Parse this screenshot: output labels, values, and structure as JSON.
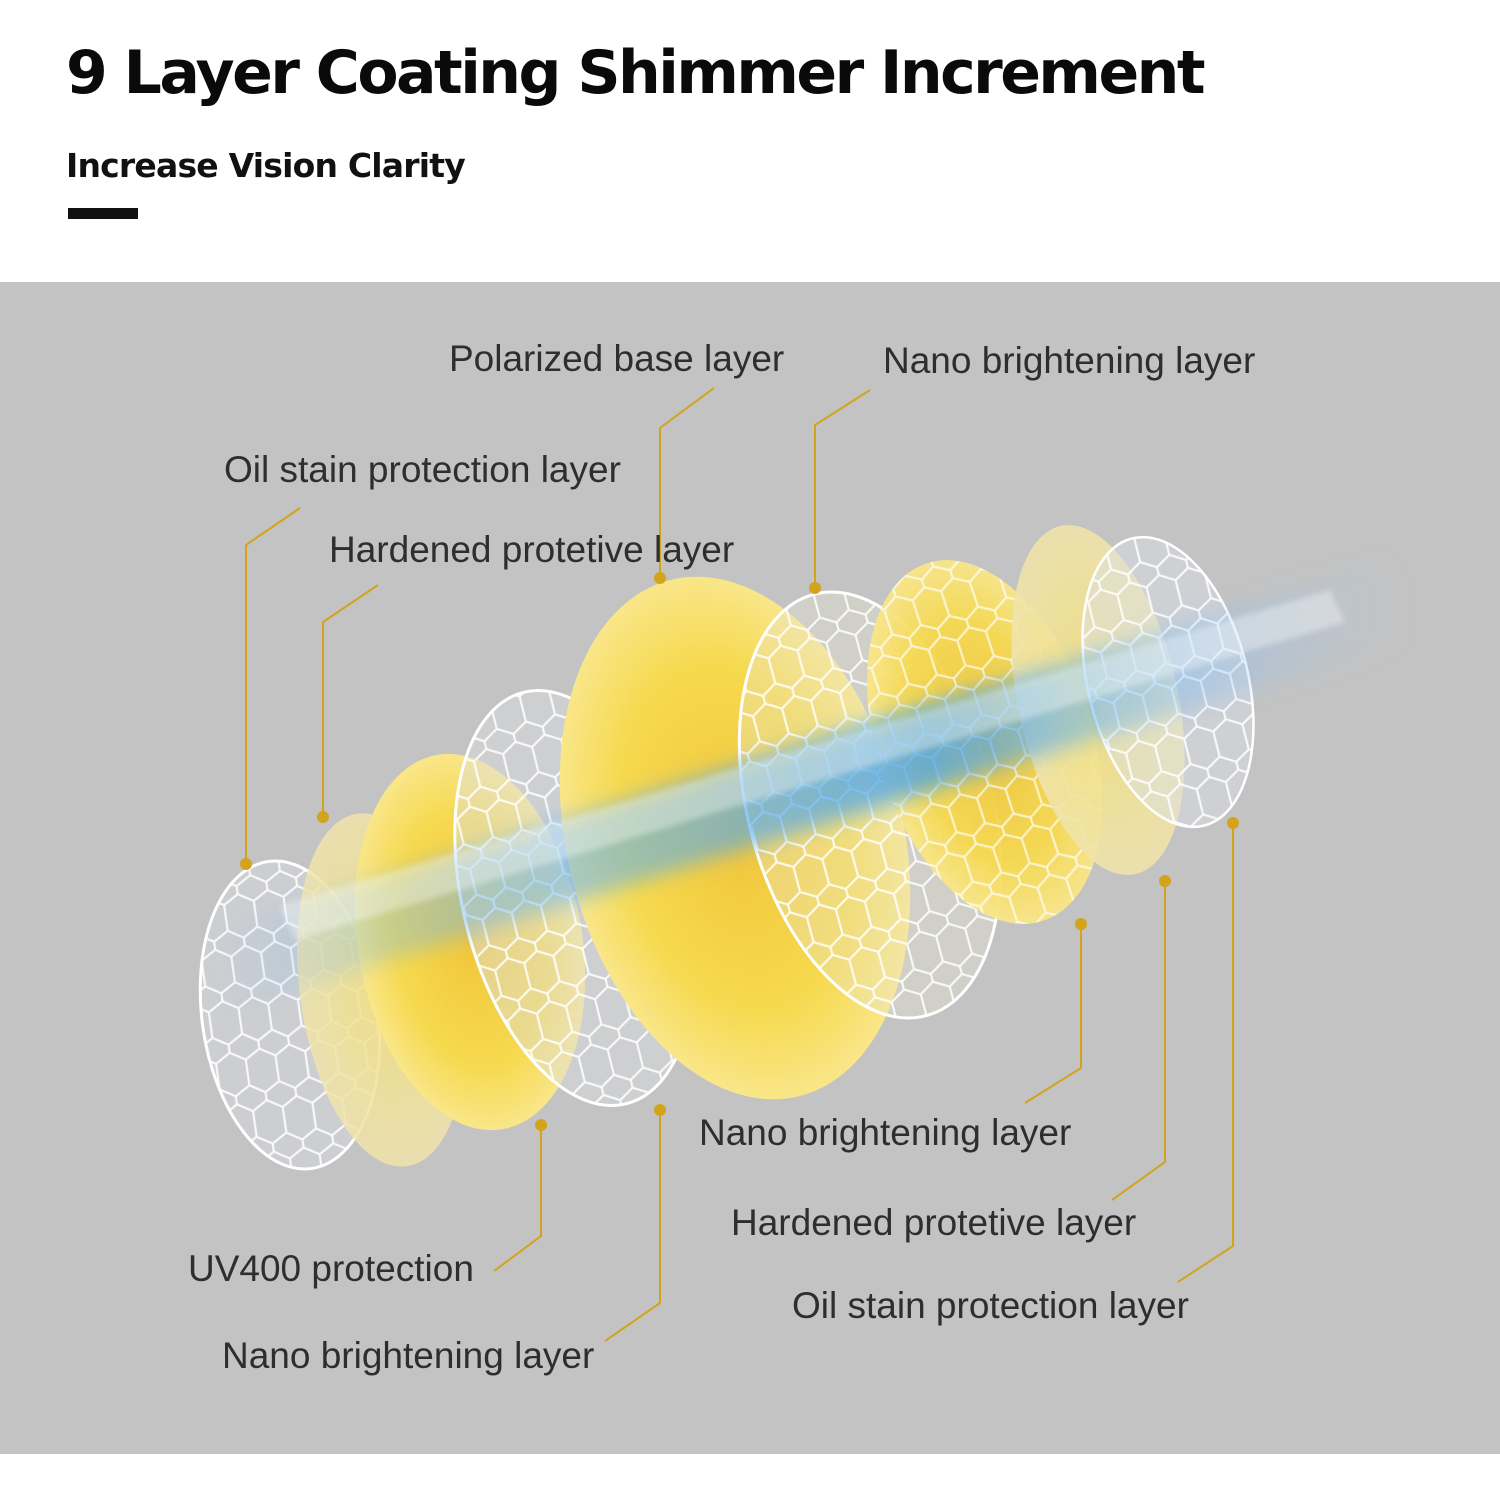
{
  "header": {
    "title": "9 Layer Coating Shimmer Increment",
    "subtitle": "Increase Vision Clarity"
  },
  "diagram": {
    "accent_color": "#d3a31b",
    "lens_color": "#f6d54a",
    "light_beam_color": "#4aa8f0",
    "labels_top": [
      "Polarized base layer",
      "Nano brightening layer",
      "Oil stain protection layer",
      "Hardened protetive layer"
    ],
    "labels_bottom": [
      "Nano brightening layer",
      "Hardened protetive layer",
      "Oil stain protection layer",
      "UV400 protection",
      "Nano brightening layer"
    ]
  }
}
